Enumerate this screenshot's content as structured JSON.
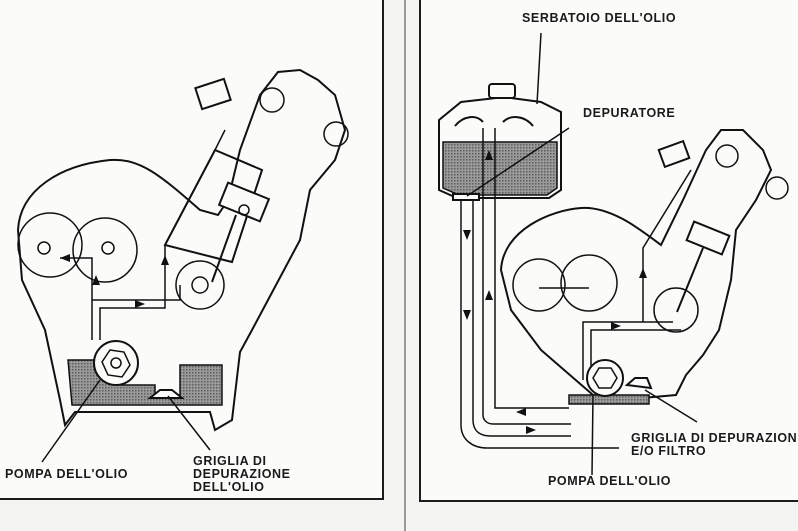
{
  "diagram": {
    "subject": "Engine lubrication systems",
    "panels": [
      {
        "id": "wet-sump",
        "labels": {
          "pump": "POMPA DELL'OLIO",
          "strainer_line1": "GRIGLIA DI",
          "strainer_line2": "DEPURAZIONE",
          "strainer_line3": "DELL'OLIO"
        }
      },
      {
        "id": "dry-sump",
        "labels": {
          "tank": "SERBATOIO DELL'OLIO",
          "filter": "DEPURATORE",
          "strainer_line1": "GRIGLIA DI DEPURAZIONE",
          "strainer_line2": "E/O FILTRO",
          "pump": "POMPA DELL'OLIO"
        }
      }
    ],
    "colors": {
      "ink": "#111111",
      "paper": "#fbfbfa",
      "oil_hatch": "#8a8a8a"
    }
  }
}
